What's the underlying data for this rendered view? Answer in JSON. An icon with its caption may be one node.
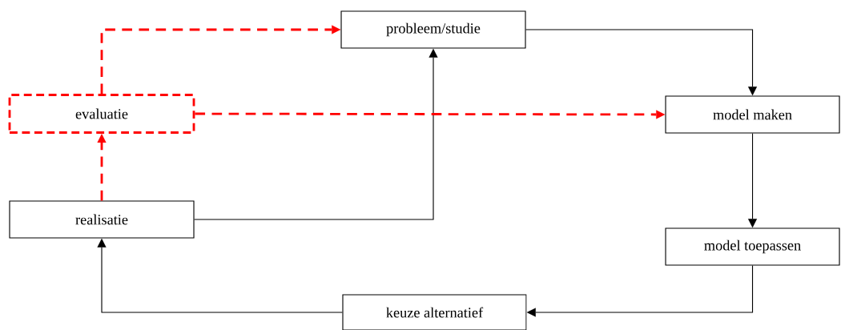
{
  "diagram": {
    "nodes": [
      {
        "text": [
          "probleem/studie"
        ]
      },
      {
        "text": [
          "evaluatie"
        ]
      },
      {
        "text": [
          "model maken"
        ]
      },
      {
        "text": [
          "realisatie"
        ]
      },
      {
        "text": [
          "model toepassen"
        ]
      },
      {
        "text": [
          "keuze alternatief"
        ]
      }
    ],
    "edges": [
      {
        "from": 0,
        "to": 2,
        "arrow": "to"
      },
      {
        "from": 2,
        "to": 4,
        "arrow": "to"
      },
      {
        "from": 4,
        "to": 5,
        "arrow": "to"
      },
      {
        "from": 5,
        "to": 3,
        "arrow": "to"
      },
      {
        "from": 3,
        "to": 0,
        "arrow": "to"
      },
      {
        "from": 3,
        "to": 1,
        "arrow": "to",
        "style": "dashed",
        "color": "#ff0000"
      },
      {
        "from": 1,
        "to": 0,
        "arrow": "to",
        "style": "dashed",
        "color": "#ff0000"
      },
      {
        "from": 1,
        "to": 2,
        "arrow": "to",
        "style": "dashed",
        "color": "#ff0000"
      }
    ]
  }
}
